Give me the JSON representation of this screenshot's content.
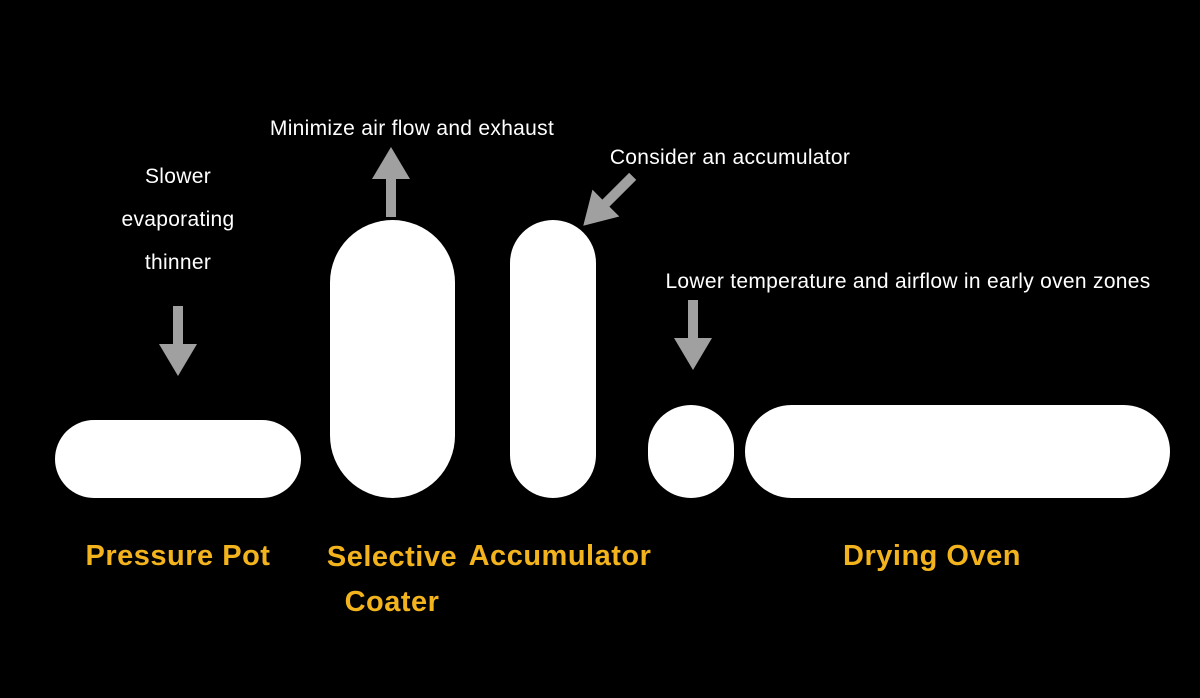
{
  "diagram": {
    "background_color": "#000000",
    "shape_color": "#ffffff",
    "arrow_color": "#a0a0a0",
    "annotation_color": "#ffffff",
    "label_color": "#f2b31d"
  },
  "annotations": {
    "pressure_pot": {
      "line1": "Slower",
      "line2": "evaporating",
      "line3": "thinner"
    },
    "selective_coater": "Minimize air flow and exhaust",
    "accumulator": "Consider an accumulator",
    "drying_oven": "Lower temperature and airflow in early oven zones"
  },
  "labels": {
    "pressure_pot": "Pressure Pot",
    "selective_coater": {
      "line1": "Selective",
      "line2": "Coater"
    },
    "accumulator": "Accumulator",
    "drying_oven": "Drying Oven"
  },
  "icons": {
    "pressure_pot_arrow": "down-arrow",
    "selective_coater_arrow": "up-arrow",
    "accumulator_arrow": "diagonal-down-left-arrow",
    "drying_oven_arrow": "down-arrow"
  }
}
